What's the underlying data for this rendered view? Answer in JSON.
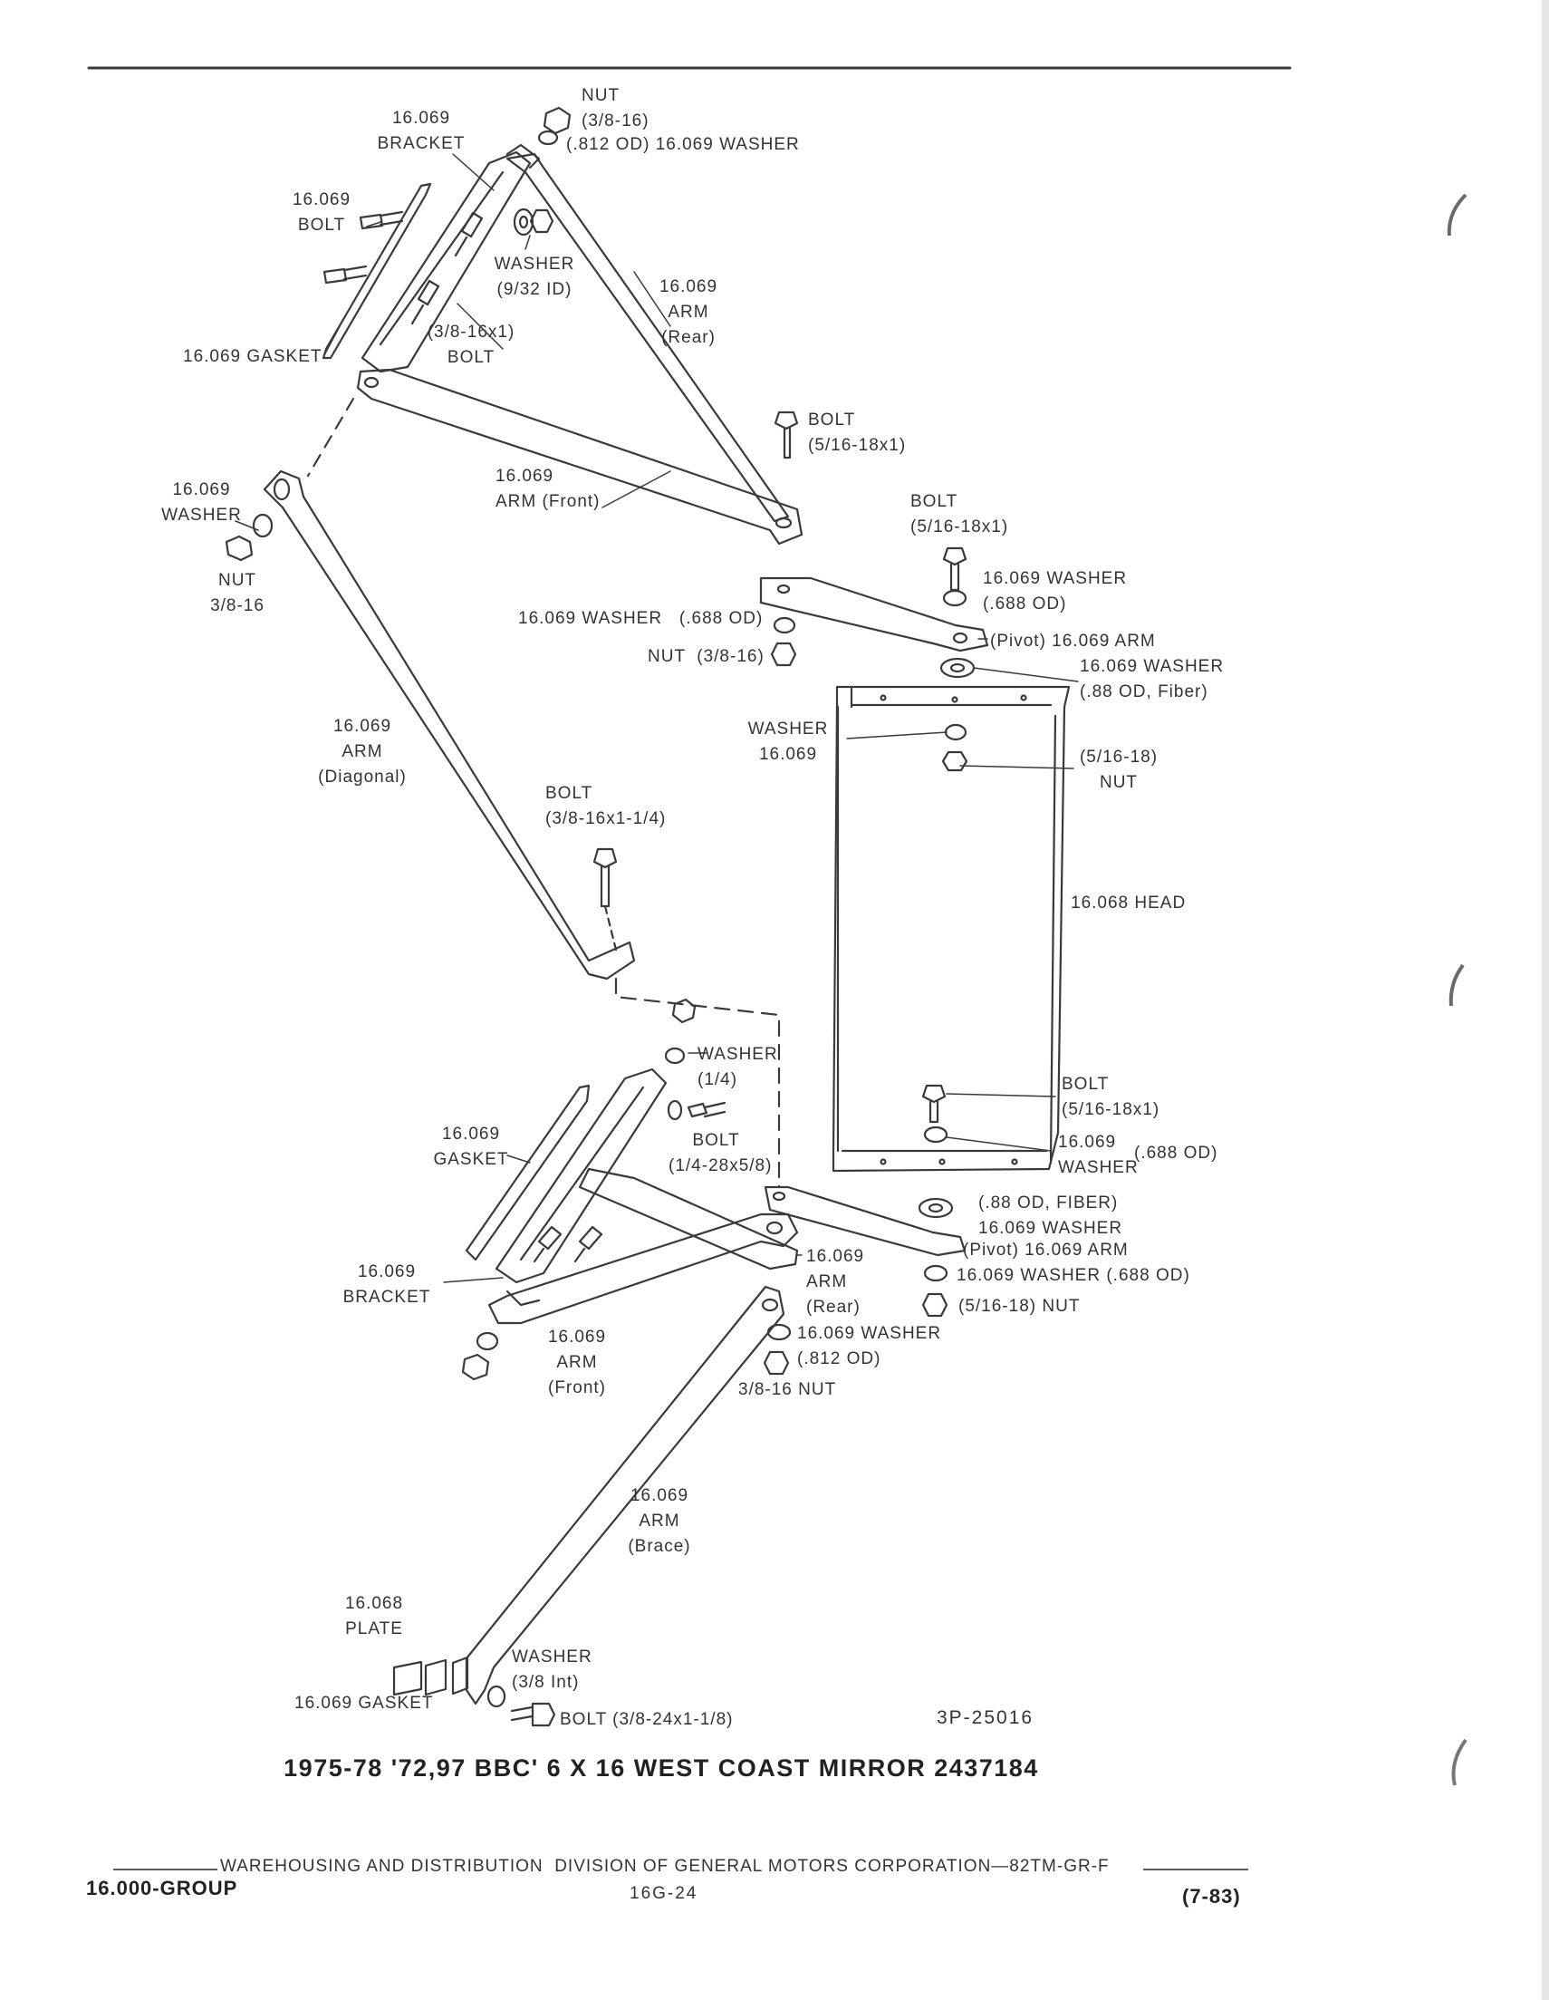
{
  "figure_id": "3P-25016",
  "title": "1975-78 '72,97 BBC' 6 X 16 WEST COAST MIRROR 2437184",
  "footer": {
    "division_line": "WAREHOUSING AND DISTRIBUTION  DIVISION OF GENERAL MOTORS CORPORATION—82TM-GR-F",
    "group": "16.000-GROUP",
    "page": "16G-24",
    "date": "(7-83)"
  },
  "labels": {
    "nut_top": "NUT\n(3/8-16)",
    "washer_812_top": "(.812 OD) 16.069 WASHER",
    "bracket_top": "16.069\nBRACKET",
    "bolt_top_left": "16.069\nBOLT",
    "washer_932": "WASHER\n(9/32 ID)",
    "arm_rear_top": "16.069\nARM\n(Rear)",
    "bolt_38_16x1": "(3/8-16x1)\nBOLT",
    "gasket_top": "16.069 GASKET",
    "bolt_5_16_a": "BOLT\n(5/16-18x1)",
    "washer_left": "16.069\nWASHER",
    "nut_left": "NUT\n3/8-16",
    "arm_front_top": "16.069\nARM (Front)",
    "bolt_5_16_b": "BOLT\n(5/16-18x1)",
    "washer_688_right": "16.069 WASHER\n(.688 OD)",
    "washer_688_left": "16.069 WASHER   (.688 OD)",
    "pivot_arm_top": "(Pivot) 16.069 ARM",
    "nut_38_16_mid": "NUT  (3/8-16)",
    "washer_fiber_top": "16.069 WASHER\n(.88 OD, Fiber)",
    "washer_head": "WASHER\n16.069",
    "nut_516_head": "(5/16-18)\nNUT",
    "arm_diagonal": "16.069\nARM\n(Diagonal)",
    "bolt_38_16x114": "BOLT\n(3/8-16x1-1/4)",
    "head": "16.068 HEAD",
    "washer_14": "WASHER\n(1/4)",
    "bolt_14_28": "BOLT\n(1/4-28x5/8)",
    "gasket_mid": "16.069\nGASKET",
    "bolt_516_lower": "BOLT\n(5/16-18x1)",
    "washer_lower_688": "16.069\nWASHER",
    "washer_lower_688_od": "(.688 OD)",
    "washer_fiber_lower": "(.88 OD, FIBER)\n16.069 WASHER",
    "pivot_arm_lower": "(Pivot) 16.069 ARM",
    "arm_rear_lower": "16.069\nARM\n(Rear)",
    "washer_688_lower": "16.069 WASHER (.688 OD)",
    "nut_516_lower": "(5/16-18) NUT",
    "bracket_lower": "16.069\nBRACKET",
    "arm_front_lower": "16.069\nARM\n(Front)",
    "washer_812_lower": "16.069 WASHER\n(.812 OD)",
    "nut_38_16_lower": "3/8-16 NUT",
    "arm_brace": "16.069\nARM\n(Brace)",
    "plate": "16.068\nPLATE",
    "gasket_bottom": "16.069 GASKET",
    "washer_38_int": "WASHER\n(3/8 Int)",
    "bolt_38_24": "BOLT (3/8-24x1-1/8)"
  }
}
